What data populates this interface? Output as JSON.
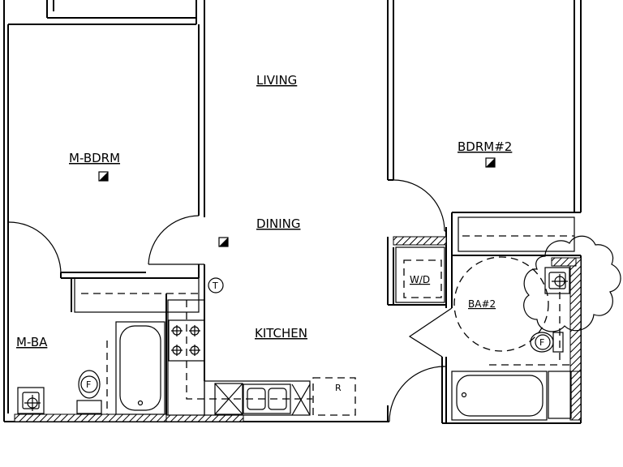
{
  "rooms": {
    "living": "LIVING",
    "master_bedroom": "M-BDRM",
    "bedroom_2": "BDRM#2",
    "dining": "DINING",
    "kitchen": "KITCHEN",
    "master_bath": "M-BA",
    "bath_2": "BA#2"
  },
  "fixtures": {
    "washer_dryer": "W/D",
    "refrigerator": "R",
    "thermostat": "T",
    "fan_master_bath": "F",
    "fan_bath_2": "F"
  }
}
